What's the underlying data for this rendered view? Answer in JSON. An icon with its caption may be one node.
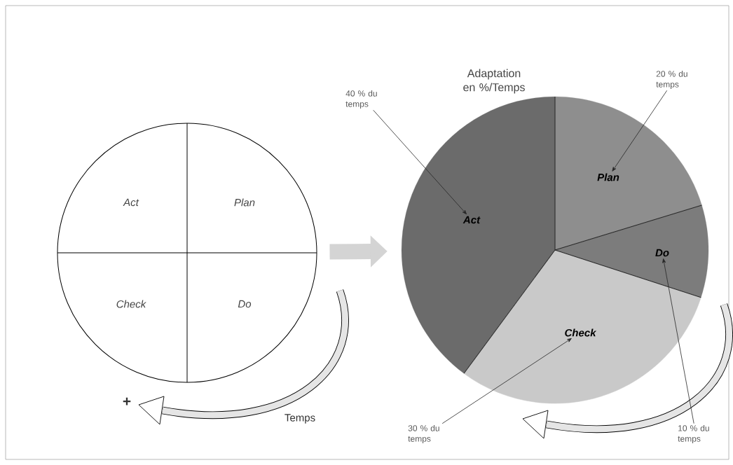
{
  "diagram": {
    "title": "Adaptation en %/Temps",
    "nodes": [
      {
        "text": [],
        "shape": "circle"
      },
      {
        "text": [
          "Act"
        ],
        "in": 0
      },
      {
        "text": [
          "Plan"
        ],
        "in": 0
      },
      {
        "text": [
          "Check"
        ],
        "in": 0
      },
      {
        "text": [
          "Do"
        ],
        "in": 0
      },
      {
        "text": [],
        "shape": "circle"
      },
      {
        "text": [
          "Act"
        ],
        "in": 5
      },
      {
        "text": [
          "Plan"
        ],
        "in": 5
      },
      {
        "text": [
          "Do"
        ],
        "in": 5
      },
      {
        "text": [
          "Check"
        ],
        "in": 5
      },
      {
        "text": [
          "40 % du temps"
        ]
      },
      {
        "text": [
          "20 % du temps"
        ]
      },
      {
        "text": [
          "30 % du temps"
        ]
      },
      {
        "text": [
          "10 % du temps"
        ]
      }
    ],
    "edges": [
      {
        "from": 0,
        "to": 5,
        "arrow": "to",
        "style": "thick",
        "color": "#d4d4d4"
      },
      {
        "from": 10,
        "to": 6,
        "arrow": "to"
      },
      {
        "from": 11,
        "to": 7,
        "arrow": "to"
      },
      {
        "from": 12,
        "to": 9,
        "arrow": "to"
      },
      {
        "from": 13,
        "to": 8,
        "arrow": "to"
      }
    ],
    "labels": [
      "+",
      "Temps"
    ]
  }
}
